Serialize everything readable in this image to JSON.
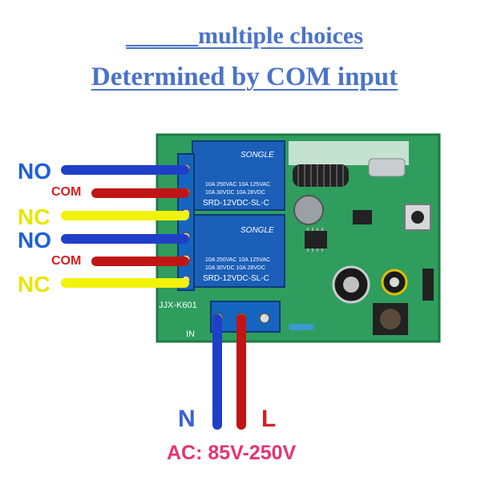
{
  "header": {
    "line1": "______multiple choices",
    "line2": "Determined by COM input"
  },
  "board": {
    "relay_brand": "SONGLE",
    "relay_specs_1": "10A 250VAC 10A 125VAC",
    "relay_specs_2": "10A 30VDC 10A 28VDC",
    "relay_model": "SRD-12VDC-SL-C",
    "board_model": "JJX-K601",
    "board_input_mark": "IN"
  },
  "terminals": [
    {
      "label": "NO",
      "color": "#1f5fd6"
    },
    {
      "label": "COM",
      "color": "#d62020"
    },
    {
      "label": "NC",
      "color": "#e6e600"
    },
    {
      "label": "NO",
      "color": "#1f5fd6"
    },
    {
      "label": "COM",
      "color": "#d62020"
    },
    {
      "label": "NC",
      "color": "#e6e600"
    }
  ],
  "power": {
    "n_label": "N",
    "l_label": "L",
    "voltage_text": "AC: 85V-250V",
    "n_color": "#3a62d8",
    "l_color": "#d62020"
  },
  "colors": {
    "title": "#4a73c9",
    "pcb": "#2f9d5e",
    "relay": "#1b5fb8",
    "wire_blue": "#1f3fc8",
    "wire_red": "#c01515",
    "wire_yellow": "#f2f20a"
  }
}
